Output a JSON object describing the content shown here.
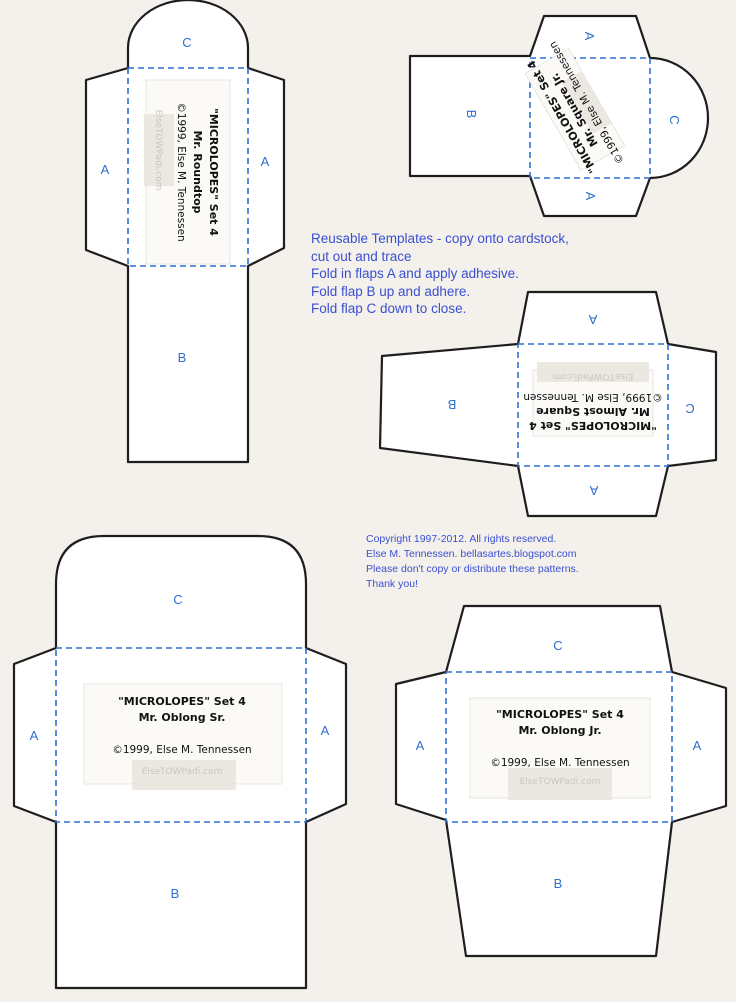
{
  "instructions": [
    "Reusable Templates - copy onto cardstock,",
    "cut out and trace",
    "Fold in flaps A and apply adhesive.",
    "Fold flap B up and adhere.",
    "Fold flap C down to close."
  ],
  "copyright": [
    "Copyright 1997-2012. All rights reserved.",
    "Else M. Tennessen. bellasartes.blogspot.com",
    "Please don't copy or distribute these patterns.",
    "Thank you!"
  ],
  "flaps": {
    "a": "A",
    "b": "B",
    "c": "C"
  },
  "templates": {
    "roundtop": {
      "set": "\"MICROLOPES\" Set 4",
      "name": "Mr. Roundtop",
      "credit": "©1999, Else M. Tennessen",
      "stamp": "ElseTOWPadi.com"
    },
    "square_jr": {
      "set": "\"MICROLOPES\" Set 4",
      "name": "Mr. Square Jr.",
      "credit": "©1999, Else M. Tennessen"
    },
    "almost_square": {
      "set": "\"MICROLOPES\" Set 4",
      "name": "Mr. Almost Square",
      "credit": "©1999, Else M. Tennessen",
      "stamp": "ElseTOWPadi.com"
    },
    "oblong_sr": {
      "set": "\"MICROLOPES\" Set 4",
      "name": "Mr. Oblong Sr.",
      "credit": "©1999, Else M. Tennessen",
      "stamp": "ElseTOWPadi.com"
    },
    "oblong_jr": {
      "set": "\"MICROLOPES\" Set 4",
      "name": "Mr. Oblong Jr.",
      "credit": "©1999, Else M. Tennessen",
      "stamp": "ElseTOWPadi.com"
    }
  },
  "colors": {
    "outline": "#1e1e1e",
    "fold_line": "#2f6fd0",
    "text": "#3a4fd1",
    "paper": "#f4f1ec"
  }
}
